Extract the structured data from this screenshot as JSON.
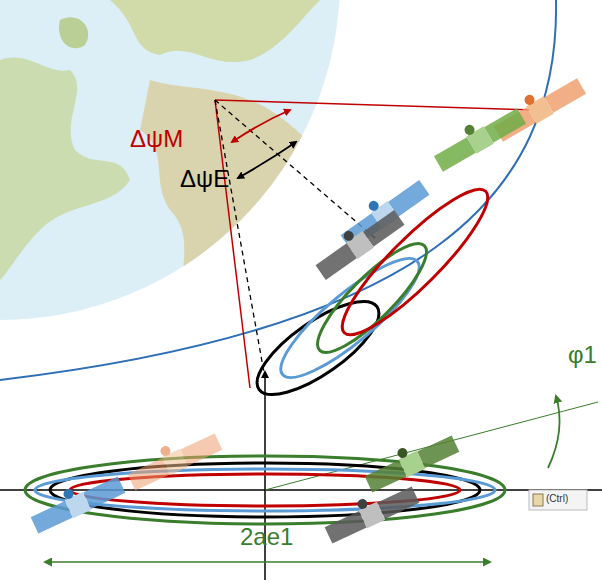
{
  "diagram": {
    "labels": [
      "ΔψM",
      "ΔψE",
      "φ1",
      "2ae1",
      "(Ctrl)"
    ]
  }
}
